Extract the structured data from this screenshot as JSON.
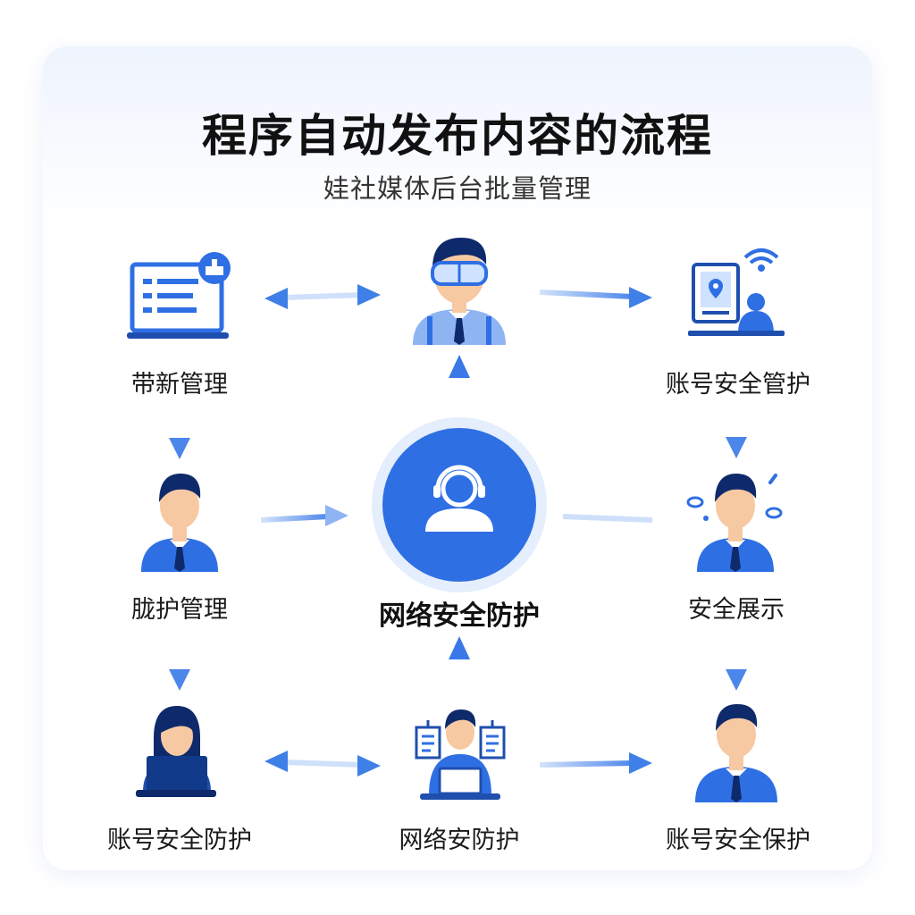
{
  "header": {
    "title": "程序自动发布内容的流程",
    "subtitle": "娃社媒体后台批量管理"
  },
  "center": {
    "label": "网络安全防护",
    "icon": "headset-user-icon"
  },
  "nodes": [
    {
      "id": "top-left",
      "label": "带新管理",
      "icon": "laptop-list-icon"
    },
    {
      "id": "top-center",
      "label": "",
      "icon": "engineer-goggles-icon"
    },
    {
      "id": "top-right",
      "label": "账号安全管护",
      "icon": "device-wifi-user-icon"
    },
    {
      "id": "mid-left",
      "label": "胧护管理",
      "icon": "businessman-icon"
    },
    {
      "id": "mid-right",
      "label": "安全展示",
      "icon": "thinking-man-icon"
    },
    {
      "id": "bottom-left",
      "label": "账号安全防护",
      "icon": "woman-laptop-icon"
    },
    {
      "id": "bottom-center",
      "label": "网络安防护",
      "icon": "worker-laptop-boards-icon"
    },
    {
      "id": "bottom-right",
      "label": "账号安全保护",
      "icon": "businessman-icon"
    }
  ],
  "colors": {
    "accent": "#2f6fe4",
    "accent_light": "#8fb4f2",
    "skin": "#f6c9a3",
    "hair": "#0f2a6b"
  }
}
